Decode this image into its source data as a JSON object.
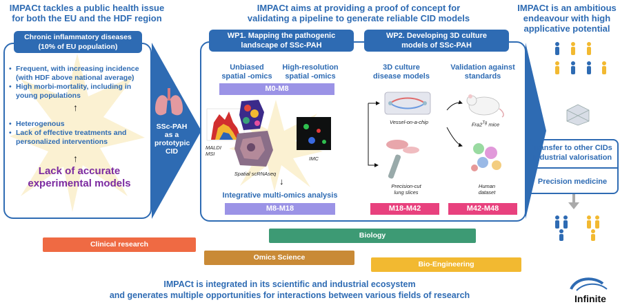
{
  "headers": {
    "left": "IMPACt tackles a public health issue\nfor both the EU and the HDF region",
    "center": "IMPACt aims at providing a proof of concept for\nvalidating a pipeline to generate reliable CID models",
    "right": "IMPACt is an ambitious\nendeavour with high\napplicative potential"
  },
  "left_panel": {
    "title": "Chronic inflammatory diseases\n(10% of EU population)",
    "bullets_top": [
      "Frequent, with increasing incidence\n(with HDF above national average)",
      "High morbi-mortality, including in\nyoung populations"
    ],
    "bullets_bottom": [
      "Heterogenous",
      "Lack of effective treatments and\npersonalized interventions"
    ],
    "conclusion": "Lack of accurate\nexperimental models"
  },
  "arrow_label": "SSc-PAH\nas a\nprototypic\nCID",
  "wp1": {
    "title": "WP1. Mapping the pathogenic\nlandscape of SSc-PAH",
    "col1": "Unbiased\nspatial -omics",
    "col2": "High-resolution\nspatial -omics",
    "phase1": "M0-M8",
    "cap_maldi": "MALDI\nMSI",
    "cap_scrna": "Spatial scRNAseq",
    "cap_imc": "IMC",
    "integrative": "Integrative multi-omics analysis",
    "phase2": "M8-M18"
  },
  "wp2": {
    "title": "WP2. Developing 3D culture\nmodels of SSc-PAH",
    "col1": "3D culture\ndisease models",
    "col2": "Validation against\nstandards",
    "cap_chip": "Vessel-on-a-chip",
    "cap_slices": "Precision-cut\nlung slices",
    "cap_mice": "Fra2",
    "cap_mice_sup": "Tg",
    "cap_mice_end": " mice",
    "cap_human": "Human\ndataset",
    "phase1": "M18-M42",
    "phase2": "M42-M48"
  },
  "right_panel": {
    "transfer": "Transfer to other CIDs\nIndustrial valorisation",
    "precision": "Precision medicine"
  },
  "ecosystem": {
    "biology": "Biology",
    "clinical": "Clinical research",
    "omics": "Omics Science",
    "bioeng": "Bio-Engineering"
  },
  "footer": "IMPACt is integrated in its scientific and industrial ecosystem\nand generates multiple opportunities for interactions between various fields of research",
  "logo": "Infinite",
  "colors": {
    "blue": "#2e6bb3",
    "lavender": "#9b93e6",
    "pink": "#e8417e",
    "green": "#3d9a74",
    "orange": "#ef6a43",
    "ochre": "#c98a36",
    "yellow": "#f2b931",
    "purple": "#7b2aa0"
  }
}
